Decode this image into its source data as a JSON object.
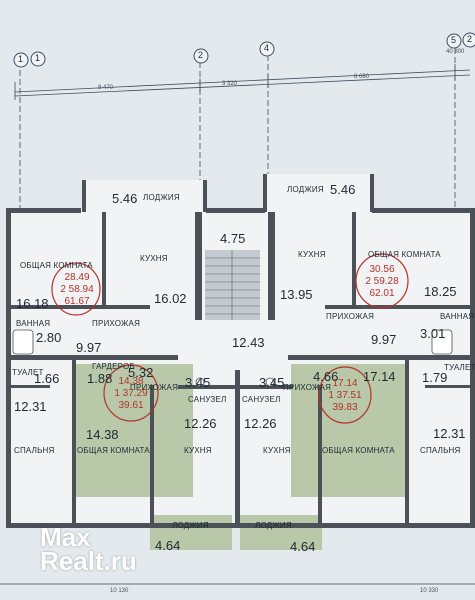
{
  "axes": {
    "a1": "1",
    "a1b": "1",
    "a2": "2",
    "a4": "4",
    "a5": "5",
    "a2b": "2"
  },
  "dimensions": {
    "top_total": "40 800",
    "d1": "8 470",
    "d2": "3 320",
    "d3": "8 680",
    "bottom_left": "10 130",
    "bottom_right": "10 330"
  },
  "rooms": {
    "loggia_top_left_label": "ЛОДЖИЯ",
    "loggia_top_left_area": "5.46",
    "loggia_top_right_label": "ЛОДЖИЯ",
    "loggia_top_right_area": "5.46",
    "stair_area": "4.75",
    "left_living_label": "ОБЩАЯ КОМНАТА",
    "left_living_area": "16.18",
    "left_kitchen_label": "КУХНЯ",
    "left_kitchen_area": "16.02",
    "right_kitchen_label": "КУХНЯ",
    "right_kitchen_area": "13.95",
    "right_living_label": "ОБЩАЯ КОМНАТА",
    "right_living_area": "18.25",
    "left_bath_label": "ВАННАЯ",
    "left_bath_area": "2.80",
    "left_hall_label": "ПРИХОЖАЯ",
    "left_hall_area": "9.97",
    "corridor_area": "12.43",
    "right_hall_label": "ПРИХОЖАЯ",
    "right_hall_area": "9.97",
    "right_bath_label": "ВАННАЯ",
    "right_bath_area": "3.01",
    "left_toilet_label": "ТУАЛЕТ",
    "left_toilet_area": "1.66",
    "garderob_label": "ГАРДЕРОБ",
    "garderob_area": "1.88",
    "g_area2": "5.32",
    "c_hall_left_label": "ПРИХОЖАЯ",
    "c_hall_right_label": "ПРИХОЖАЯ",
    "c_san_left_label": "САНУЗЕЛ",
    "c_san_left_area": "3.45",
    "c_san_right_label": "САНУЗЕЛ",
    "c_san_right_area": "3.45",
    "c_hall_right_area": "4.66",
    "c_area_right": "17.14",
    "right_toilet_label": "ТУАЛЕТ",
    "right_toilet_area": "1.79",
    "left_bed_label": "СПАЛЬНЯ",
    "left_bed_area": "12.31",
    "c_left_living_label": "ОБЩАЯ КОМНАТА",
    "c_left_living_area": "14.38",
    "c_left_kitchen_label": "КУХНЯ",
    "c_left_kitchen_area": "12.26",
    "c_right_kitchen_label": "КУХНЯ",
    "c_right_kitchen_area": "12.26",
    "c_right_living_label": "ОБЩАЯ КОМНАТА",
    "right_bed_label": "СПАЛЬНЯ",
    "right_bed_area": "12.31",
    "loggia_bottom_left_label": "ЛОДЖИЯ",
    "loggia_bottom_left_area": "4.64",
    "loggia_bottom_right_label": "ЛОДЖИЯ",
    "loggia_bottom_right_area": "4.64"
  },
  "apartments": {
    "left": {
      "l1": "28.49",
      "l2": "2 58.94",
      "l3": "61.67"
    },
    "right": {
      "l1": "30.56",
      "l2": "2 59.28",
      "l3": "62.01"
    },
    "center_left": {
      "l1": "14.38",
      "l2": "1 37.29",
      "l3": "39.61"
    },
    "center_right": {
      "l1": "17.14",
      "l2": "1 37.51",
      "l3": "39.83"
    }
  },
  "watermark": {
    "line1": "Max",
    "line2": "Realt.ru"
  },
  "colors": {
    "paper": "#e6ebee",
    "wall": "#4b5157",
    "stair": "#bfc6cc",
    "green": "#b9c8a9",
    "axis": "#3d4d60",
    "text": "#1f2a33",
    "ink_red": "#b3332b"
  }
}
